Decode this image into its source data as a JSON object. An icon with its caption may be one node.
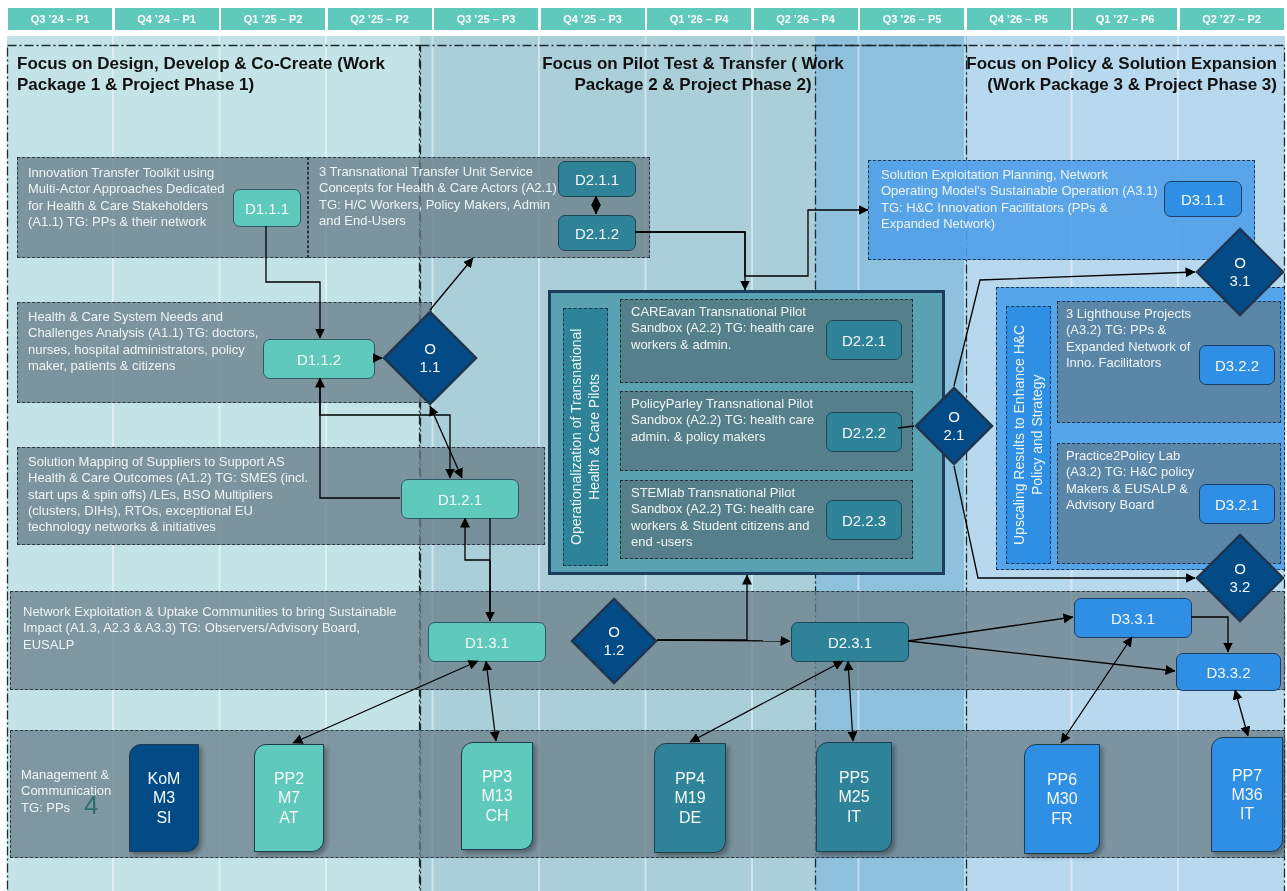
{
  "diagram": {
    "nodes": [
      {
        "text": [
          "Innovation Transfer Toolkit using Multi-Actor Approaches Dedicated for Health & Care Stakeholders (A1.1) TG: PPs & their network"
        ]
      },
      {
        "text": [
          "D1.1.1"
        ],
        "in": 0
      },
      {
        "text": [
          "3 Transnational Transfer Unit Service Concepts for Health & Care Actors (A2.1) TG: H/C Workers, Policy Makers, Admin and End-Users"
        ]
      },
      {
        "text": [
          "D2.1.1"
        ],
        "in": 2
      },
      {
        "text": [
          "D2.1.2"
        ],
        "in": 2
      },
      {
        "text": [
          "Solution Exploitation Planning, Network Operating Model’s Sustainable Operation (A3.1) TG: H&C Innovation Facilitators (PPs & Expanded Network)"
        ]
      },
      {
        "text": [
          "D3.1.1"
        ],
        "in": 5
      },
      {
        "text": [
          "O 3.1"
        ]
      },
      {
        "text": [
          "Health & Care System Needs and Challenges Analysis (A1.1) TG: doctors, nurses, hospital administrators, policy maker, patients & citizens"
        ]
      },
      {
        "text": [
          "D1.1.2"
        ],
        "in": 8
      },
      {
        "text": [
          "O 1.1"
        ]
      },
      {
        "text": [
          "Solution Mapping of Suppliers to Support AS Health & Care Outcomes (A1.2) TG: SMES (incl. start ups & spin offs) /LEs, BSO Multipliers (clusters, DIHs), RTOs, exceptional EU technology networks & initiatives"
        ]
      },
      {
        "text": [
          "D1.2.1"
        ],
        "in": 11
      },
      {
        "text": [
          "Operationalization of Transnational Health & Care Pilots"
        ]
      },
      {
        "text": [
          "CAREavan Transnational Pilot Sandbox (A2.2) TG: health care workers & admin."
        ],
        "in": 13
      },
      {
        "text": [
          "D2.2.1"
        ],
        "in": 14
      },
      {
        "text": [
          "PolicyParley Transnational Pilot Sandbox (A2.2) TG: health care admin. & policy makers"
        ],
        "in": 13
      },
      {
        "text": [
          "D2.2.2"
        ],
        "in": 16
      },
      {
        "text": [
          "STEMlab Transnational Pilot Sandbox (A2.2) TG: health care workers & Student citizens and end -users"
        ],
        "in": 13
      },
      {
        "text": [
          "D2.2.3"
        ],
        "in": 18
      },
      {
        "text": [
          "O 2.1"
        ]
      },
      {
        "text": [
          "Upscaling Results to Enhance H&C Policy and Strategy"
        ]
      },
      {
        "text": [
          "3 Lighthouse Projects (A3.2) TG: PPs & Expanded Network of Inno. Facilitators"
        ],
        "in": 21
      },
      {
        "text": [
          "D3.2.2"
        ],
        "in": 22
      },
      {
        "text": [
          "Practice2Policy Lab (A3.2) TG: H&C policy Makers & EUSALP & Advisory Board"
        ],
        "in": 21
      },
      {
        "text": [
          "D3.2.1"
        ],
        "in": 24
      },
      {
        "text": [
          "O 3.2"
        ]
      },
      {
        "text": [
          "Network Exploitation & Uptake Communities to bring Sustainable Impact (A1.3, A2.3 & A3.3) TG: Observers/Advisory Board, EUSALP"
        ]
      },
      {
        "text": [
          "D1.3.1"
        ],
        "in": 27
      },
      {
        "text": [
          "O 1.2"
        ],
        "in": 27
      },
      {
        "text": [
          "D2.3.1"
        ],
        "in": 27
      },
      {
        "text": [
          "D3.3.1"
        ],
        "in": 27
      },
      {
        "text": [
          "D3.3.2"
        ],
        "in": 27
      },
      {
        "text": [
          "Management & Communication TG: PPs"
        ]
      },
      {
        "text": [
          "KoM M3 SI"
        ],
        "in": 33
      },
      {
        "text": [
          "PP2 M7 AT"
        ],
        "in": 33
      },
      {
        "text": [
          "PP3 M13 CH"
        ],
        "in": 33
      },
      {
        "text": [
          "PP4 M19 DE"
        ],
        "in": 33
      },
      {
        "text": [
          "PP5 M25 IT"
        ],
        "in": 33
      },
      {
        "text": [
          "PP6 M30 FR"
        ],
        "in": 33
      },
      {
        "text": [
          "PP7 M36 IT"
        ],
        "in": 33
      }
    ],
    "edges": [
      {
        "from": 1,
        "to": 9,
        "arrow": "to"
      },
      {
        "from": 9,
        "to": 10,
        "arrow": "to"
      },
      {
        "from": 10,
        "to": 2,
        "arrow": "to"
      },
      {
        "from": 12,
        "to": 9,
        "arrow": "to"
      },
      {
        "from": 9,
        "to": 12,
        "arrow": "to"
      },
      {
        "from": 10,
        "to": 12,
        "arrow": "both"
      },
      {
        "from": 12,
        "to": 28,
        "arrow": "to"
      },
      {
        "from": 28,
        "to": 12,
        "arrow": "to"
      },
      {
        "from": 3,
        "to": 4,
        "arrow": "both"
      },
      {
        "from": 4,
        "to": 13,
        "arrow": "to"
      },
      {
        "from": 4,
        "to": 5,
        "arrow": "to"
      },
      {
        "from": 29,
        "to": 30,
        "arrow": "to"
      },
      {
        "from": 29,
        "to": 13,
        "arrow": "to"
      },
      {
        "from": 17,
        "to": 20,
        "arrow": "none"
      },
      {
        "from": 20,
        "to": 7,
        "arrow": "to"
      },
      {
        "from": 20,
        "to": 26,
        "arrow": "to"
      },
      {
        "from": 30,
        "to": 31,
        "arrow": "to"
      },
      {
        "from": 30,
        "to": 32,
        "arrow": "to"
      },
      {
        "from": 31,
        "to": 32,
        "arrow": "to"
      },
      {
        "from": 28,
        "to": 35,
        "arrow": "both"
      },
      {
        "from": 28,
        "to": 36,
        "arrow": "both"
      },
      {
        "from": 30,
        "to": 37,
        "arrow": "both"
      },
      {
        "from": 30,
        "to": 38,
        "arrow": "both"
      },
      {
        "from": 31,
        "to": 39,
        "arrow": "both"
      },
      {
        "from": 32,
        "to": 40,
        "arrow": "both"
      }
    ],
    "labels": [
      "Q3 ’24 – P1",
      "Q4 ’24 – P1",
      "Q1 ’25 – P2",
      "Q2 ’25 – P2",
      "Q3 ’25 – P3",
      "Q4 ’25 – P3",
      "Q1 ’26 – P4",
      "Q2 ’26 – P4",
      "Q3 ’26 – P5",
      "Q4 ’26 – P5",
      "Q1 ’27 – P6",
      "Q2 ’27 – P2",
      "Focus on Design, Develop & Co-Create (Work Package 1 & Project Phase 1)",
      "Focus on Pilot Test & Transfer ( Work Package 2 & Project Phase 2)",
      "Focus on Policy & Solution Expansion (Work Package 3 & Project Phase 3)",
      "4"
    ]
  }
}
